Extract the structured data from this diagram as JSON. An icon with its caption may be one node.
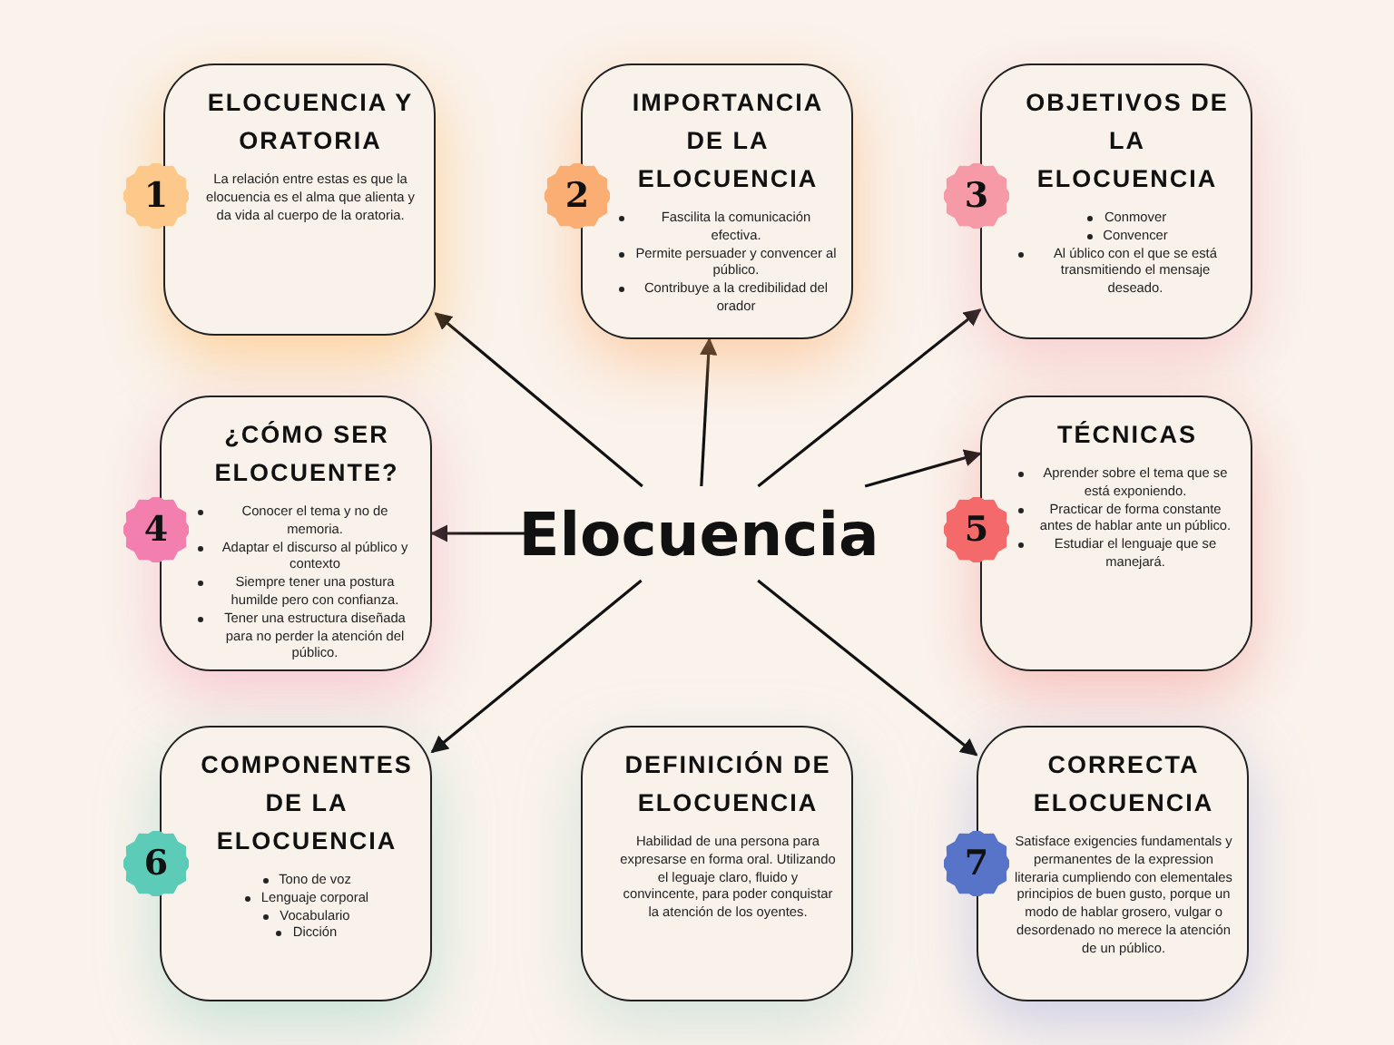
{
  "diagram": {
    "nodes": [
      {
        "text": [
          "ELOCUENCIA Y ORATORIA",
          "La relación entre estas es que la elocuencia es el alma que alienta y da vida al cuerpo de la oratoria."
        ]
      },
      {
        "text": [
          "1"
        ]
      },
      {
        "text": [
          "IMPORTANCIA DE LA ELOCUENCIA",
          "Fascilita la comunicación efectiva.",
          "Permite persuader y convencer al público.",
          "Contribuye a la credibilidad del orador"
        ]
      },
      {
        "text": [
          "2"
        ]
      },
      {
        "text": [
          "OBJETIVOS DE LA ELOCUENCIA",
          "Conmover",
          "Convencer",
          "Al úblico con el que se está transmitiendo el mensaje deseado."
        ]
      },
      {
        "text": [
          "3"
        ]
      },
      {
        "text": [
          "¿CÓMO SER ELOCUENTE?",
          "Conocer el tema y no de memoria.",
          "Adaptar el discurso al público y contexto",
          "Siempre tener una postura humilde pero con confianza.",
          "Tener una estructura diseñada para no perder la atención del público."
        ]
      },
      {
        "text": [
          "4"
        ]
      },
      {
        "text": [
          "Elocuencia"
        ]
      },
      {
        "text": [
          "TÉCNICAS",
          "Aprender sobre el tema que se está exponiendo.",
          "Practicar de forma constante antes de hablar ante un público.",
          "Estudiar el lenguaje que se manejará."
        ]
      },
      {
        "text": [
          "5"
        ]
      },
      {
        "text": [
          "COMPONENTES DE LA ELOCUENCIA",
          "Tono de voz",
          "Lenguaje corporal",
          "Vocabulario",
          "Dicción"
        ]
      },
      {
        "text": [
          "6"
        ]
      },
      {
        "text": [
          "DEFINICIÓN DE ELOCUENCIA",
          "Habilidad de una persona para expresarse en forma oral. Utilizando el leguaje claro, fluido y convincente, para poder conquistar la atención de los oyentes."
        ]
      },
      {
        "text": [
          "CORRECTA ELOCUENCIA",
          "Satisface exigencies fundamentals y permanentes de la expression literaria cumpliendo con elementales principios de buen gusto, porque un modo de hablar grosero, vulgar o desordenado no merece la atención de un público."
        ]
      },
      {
        "text": [
          "7"
        ]
      }
    ],
    "edges": [
      {
        "from": 8,
        "to": 0,
        "arrow": "to"
      },
      {
        "from": 8,
        "to": 2,
        "arrow": "to"
      },
      {
        "from": 8,
        "to": 4,
        "arrow": "to"
      },
      {
        "from": 8,
        "to": 6,
        "arrow": "to"
      },
      {
        "from": 8,
        "to": 9,
        "arrow": "to"
      },
      {
        "from": 8,
        "to": 11,
        "arrow": "to"
      },
      {
        "from": 8,
        "to": 14,
        "arrow": "to"
      }
    ]
  }
}
